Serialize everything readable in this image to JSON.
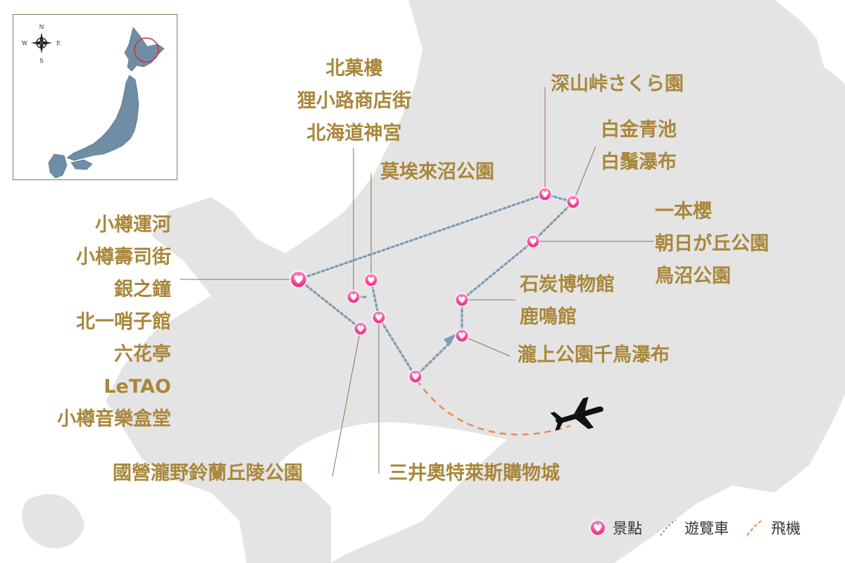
{
  "colors": {
    "land": "#e4e4e4",
    "label": "#a9873a",
    "leader": "#8a7452",
    "bus_route": "#7e9bb4",
    "flight_route": "#ec8a48",
    "marker": "#ef4f9b",
    "inset_land": "#6f8ea5",
    "inset_highlight": "#d62d3a"
  },
  "compass": {
    "n": "N",
    "s": "S",
    "e": "E",
    "w": "W"
  },
  "labels": {
    "otaru": [
      "小樽運河",
      "小樽壽司街",
      "銀之鐘",
      "北一哨子館",
      "六花亭",
      "LeTAO",
      "小樽音樂盒堂"
    ],
    "sapporo": [
      "北菓樓",
      "狸小路商店街",
      "北海道神宮"
    ],
    "moerenuma": [
      "莫埃來沼公園"
    ],
    "miyama": [
      "深山峠さくら園"
    ],
    "shirogane": [
      "白金青池",
      "白鬚瀑布"
    ],
    "asahigaoka": [
      "一本櫻",
      "朝日が丘公園",
      "鳥沼公園"
    ],
    "coal": [
      "石炭博物館",
      "鹿鳴館"
    ],
    "takinoue": [
      "瀧上公園千鳥瀑布"
    ],
    "takino": [
      "國營瀧野鈴蘭丘陵公園"
    ],
    "outlet": [
      "三井奧特萊斯購物城"
    ]
  },
  "legend": {
    "spot": "景點",
    "bus": "遊覽車",
    "plane": "飛機"
  },
  "icons": [
    "heart-marker-icon",
    "airplane-icon",
    "compass-icon"
  ]
}
